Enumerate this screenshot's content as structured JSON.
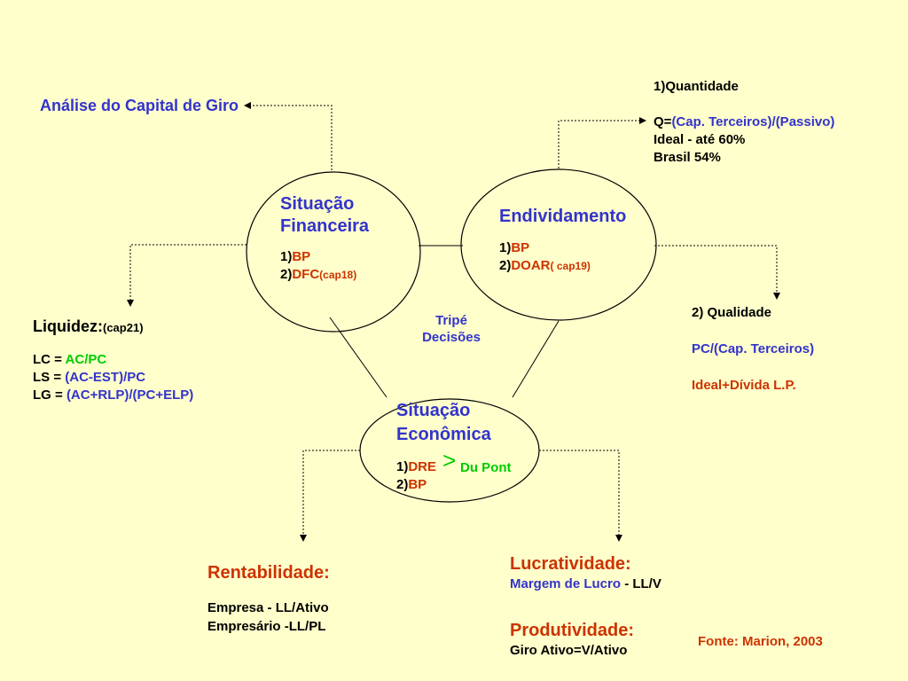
{
  "analise": "Análise do Capital de Giro",
  "fin": {
    "title1": "Situação",
    "title2": "Financeira",
    "i1_num": "1)",
    "i1_val": "BP",
    "i2_num": "2)",
    "i2_val": "DFC",
    "i2_ref": "(cap18)"
  },
  "end": {
    "title": "Endividamento",
    "i1_num": "1)",
    "i1_val": "BP",
    "i2_num": "2)",
    "i2_val": "DOAR",
    "i2_ref": "( cap19)"
  },
  "eco": {
    "title1": "Situação",
    "title2": "Econômica",
    "i1_num": "1)",
    "i1_val": "DRE",
    "arrow": ">",
    "dupont": "Du Pont",
    "i2_num": "2)",
    "i2_val": "BP"
  },
  "tripe": {
    "line1": "Tripé",
    "line2": "Decisões"
  },
  "quantidade": {
    "title": "1)Quantidade",
    "q_label": "Q=",
    "q_formula": "(Cap. Terceiros)/(Passivo)",
    "ideal": "Ideal - até 60%",
    "brasil": "Brasil 54%"
  },
  "qualidade": {
    "title": "2) Qualidade",
    "formula": "PC/(Cap. Terceiros)",
    "ideal": "Ideal+Dívida L.P."
  },
  "liquidez": {
    "title": "Liquidez:",
    "ref": "(cap21)",
    "lc_label": "LC = ",
    "lc": "AC/PC",
    "ls_label": "LS = ",
    "ls": "(AC-EST)/PC",
    "lg_label": "LG = ",
    "lg": "(AC+RLP)/(PC+ELP)"
  },
  "rentabilidade": {
    "title": "Rentabilidade:",
    "empresa": "Empresa - LL/Ativo",
    "empresario": "Empresário -LL/PL"
  },
  "lucratividade": {
    "title": "Lucratividade:",
    "margem": "Margem de Lucro",
    "margem_formula": " - LL/V"
  },
  "produtividade": {
    "title": "Produtividade:",
    "giro": "Giro Ativo=V/Ativo"
  },
  "fonte": "Fonte: Marion, 2003",
  "colors": {
    "background": "#ffffcc",
    "blue": "#3333cc",
    "red": "#cc3300",
    "green": "#00cc00"
  }
}
